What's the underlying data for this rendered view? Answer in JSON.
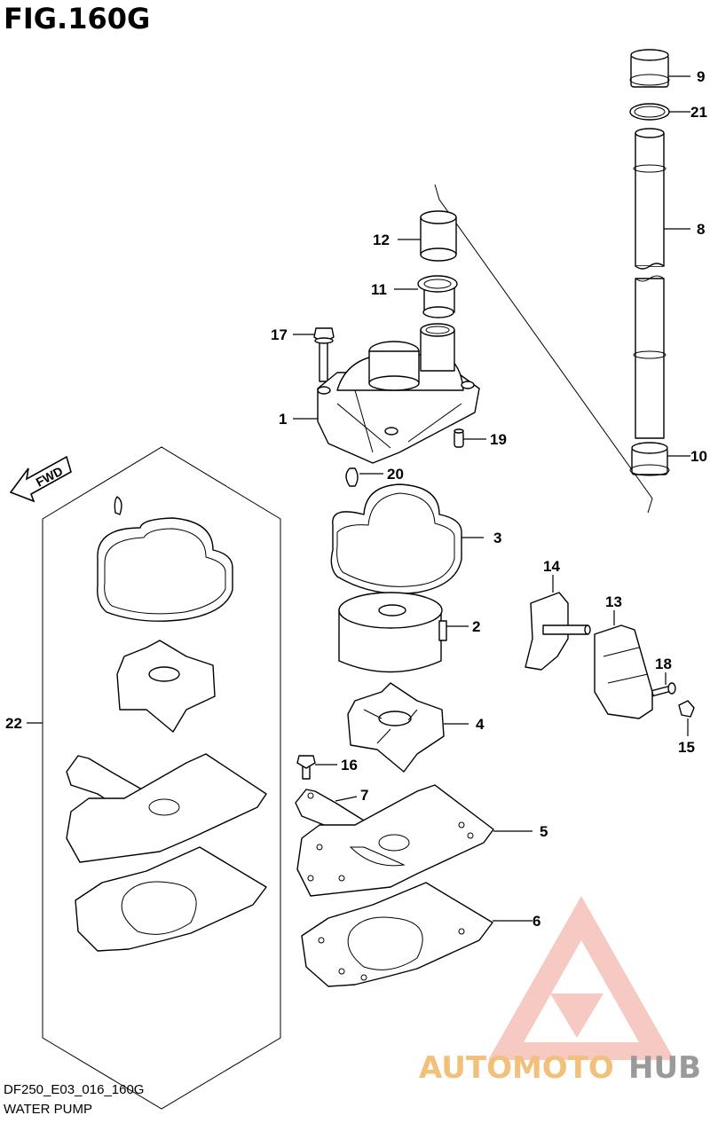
{
  "header": {
    "figure": "FIG.160G"
  },
  "footer": {
    "code": "DF250_E03_016_160G",
    "caption": "WATER PUMP"
  },
  "direction": {
    "label": "FWD"
  },
  "callouts": {
    "p1": "1",
    "p2": "2",
    "p3": "3",
    "p4": "4",
    "p5": "5",
    "p6": "6",
    "p7": "7",
    "p8": "8",
    "p9": "9",
    "p10": "10",
    "p11": "11",
    "p12": "12",
    "p13": "13",
    "p14": "14",
    "p15": "15",
    "p16": "16",
    "p17": "17",
    "p18": "18",
    "p19": "19",
    "p20": "20",
    "p21": "21",
    "p22": "22"
  },
  "watermark": {
    "part1": "AUTOMOTO",
    "part2": "HUB"
  },
  "colors": {
    "ink": "#000000",
    "watermark_red": "#e94b3c",
    "watermark_orange": "#f2a93b",
    "watermark_gray": "#8a8a8a"
  }
}
